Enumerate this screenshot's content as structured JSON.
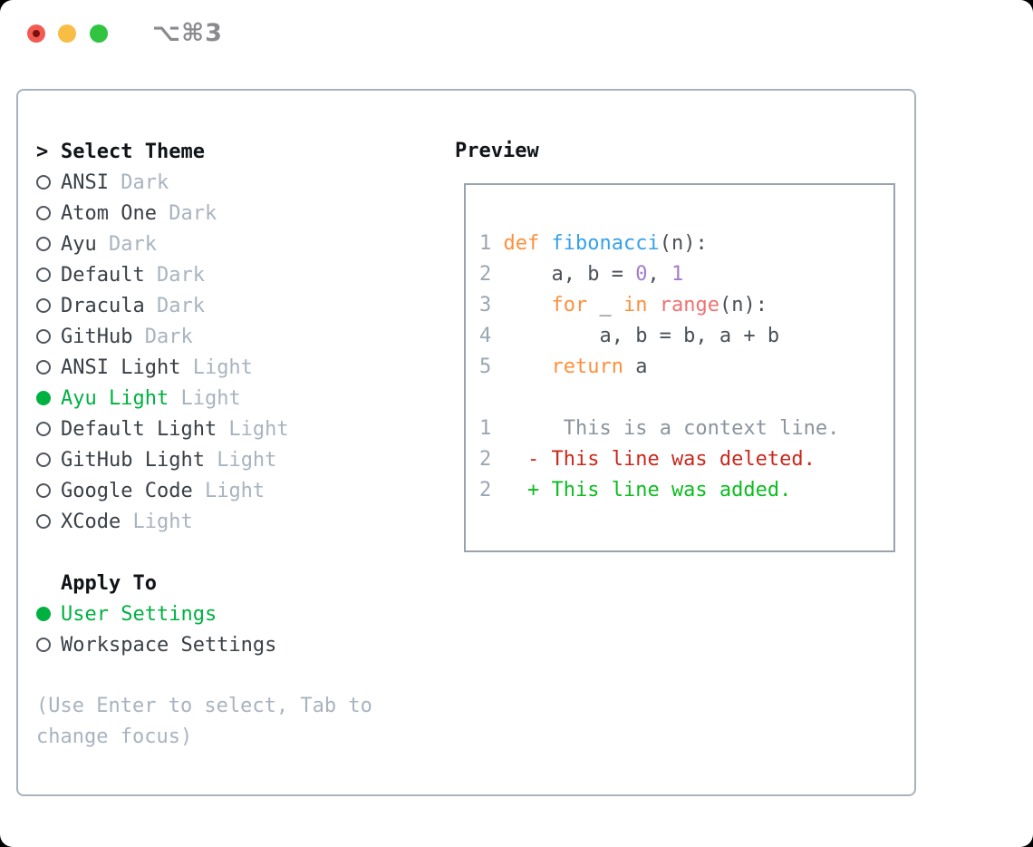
{
  "window": {
    "title": "⌥⌘3"
  },
  "traffic_lights": {
    "close_color": "#f15b51",
    "close_dot_color": "#7d100a",
    "minimize_color": "#f8bd45",
    "zoom_color": "#30c441"
  },
  "theme_selector": {
    "header_marker": ">",
    "header": "Select Theme",
    "themes": [
      {
        "name": "ANSI",
        "variant": "Dark",
        "selected": false
      },
      {
        "name": "Atom One",
        "variant": "Dark",
        "selected": false
      },
      {
        "name": "Ayu",
        "variant": "Dark",
        "selected": false
      },
      {
        "name": "Default",
        "variant": "Dark",
        "selected": false
      },
      {
        "name": "Dracula",
        "variant": "Dark",
        "selected": false
      },
      {
        "name": "GitHub",
        "variant": "Dark",
        "selected": false
      },
      {
        "name": "ANSI Light",
        "variant": "Light",
        "selected": false
      },
      {
        "name": "Ayu Light",
        "variant": "Light",
        "selected": true
      },
      {
        "name": "Default Light",
        "variant": "Light",
        "selected": false
      },
      {
        "name": "GitHub Light",
        "variant": "Light",
        "selected": false
      },
      {
        "name": "Google Code",
        "variant": "Light",
        "selected": false
      },
      {
        "name": "XCode",
        "variant": "Light",
        "selected": false
      }
    ]
  },
  "apply_to": {
    "header": "Apply To",
    "options": [
      {
        "label": "User Settings",
        "selected": true
      },
      {
        "label": "Workspace Settings",
        "selected": false
      }
    ]
  },
  "hint": [
    "(Use Enter to select, Tab to",
    "change focus)"
  ],
  "preview": {
    "label": "Preview",
    "code_lines": [
      {
        "segments": [
          {
            "text": "1 ",
            "role": "lineno"
          },
          {
            "text": "def",
            "role": "keyword"
          },
          {
            "text": " ",
            "role": "codetext"
          },
          {
            "text": "fibonacci",
            "role": "function"
          },
          {
            "text": "(n):",
            "role": "codetext"
          }
        ]
      },
      {
        "segments": [
          {
            "text": "2",
            "role": "lineno"
          },
          {
            "text": "     a, b = ",
            "role": "codetext"
          },
          {
            "text": "0",
            "role": "number"
          },
          {
            "text": ", ",
            "role": "codetext"
          },
          {
            "text": "1",
            "role": "number"
          }
        ]
      },
      {
        "segments": [
          {
            "text": "3",
            "role": "lineno"
          },
          {
            "text": "     ",
            "role": "codetext"
          },
          {
            "text": "for",
            "role": "keyword"
          },
          {
            "text": " _ ",
            "role": "codetext"
          },
          {
            "text": "in",
            "role": "keyword"
          },
          {
            "text": " ",
            "role": "codetext"
          },
          {
            "text": "range",
            "role": "builtin"
          },
          {
            "text": "(n):",
            "role": "codetext"
          }
        ]
      },
      {
        "segments": [
          {
            "text": "4",
            "role": "lineno"
          },
          {
            "text": "         a, b = b, a + b",
            "role": "codetext"
          }
        ]
      },
      {
        "segments": [
          {
            "text": "5",
            "role": "lineno"
          },
          {
            "text": "     ",
            "role": "codetext"
          },
          {
            "text": "return",
            "role": "keyword"
          },
          {
            "text": " a",
            "role": "codetext"
          }
        ]
      },
      {
        "segments": []
      },
      {
        "segments": [
          {
            "text": "1",
            "role": "lineno"
          },
          {
            "text": "      ",
            "role": "codetext"
          },
          {
            "text": "This is a context line.",
            "role": "context"
          }
        ]
      },
      {
        "segments": [
          {
            "text": "2",
            "role": "lineno"
          },
          {
            "text": "   ",
            "role": "codetext"
          },
          {
            "text": "- This line was deleted.",
            "role": "deleted"
          }
        ]
      },
      {
        "segments": [
          {
            "text": "2",
            "role": "lineno"
          },
          {
            "text": "   ",
            "role": "codetext"
          },
          {
            "text": "+ This line was added.",
            "role": "added"
          }
        ]
      }
    ]
  },
  "colors": {
    "panel_border": "#a9b2bc",
    "preview_border": "#9aa3ad",
    "selection_green": "#00b142",
    "item_text": "#3a4047",
    "variant_text": "#a9b3bf",
    "hint_text": "#a9b3bf",
    "line_number": "#9ba6b2",
    "code_text": "#4a5057",
    "keyword_orange": "#ff8f3d",
    "function_blue": "#36a1e8",
    "builtin_coral": "#f07171",
    "number_purple": "#a37acc",
    "context_gray": "#8b949d",
    "deleted_red": "#c9291c",
    "added_green": "#0cbd20",
    "title_gray": "#8b8b8f"
  }
}
